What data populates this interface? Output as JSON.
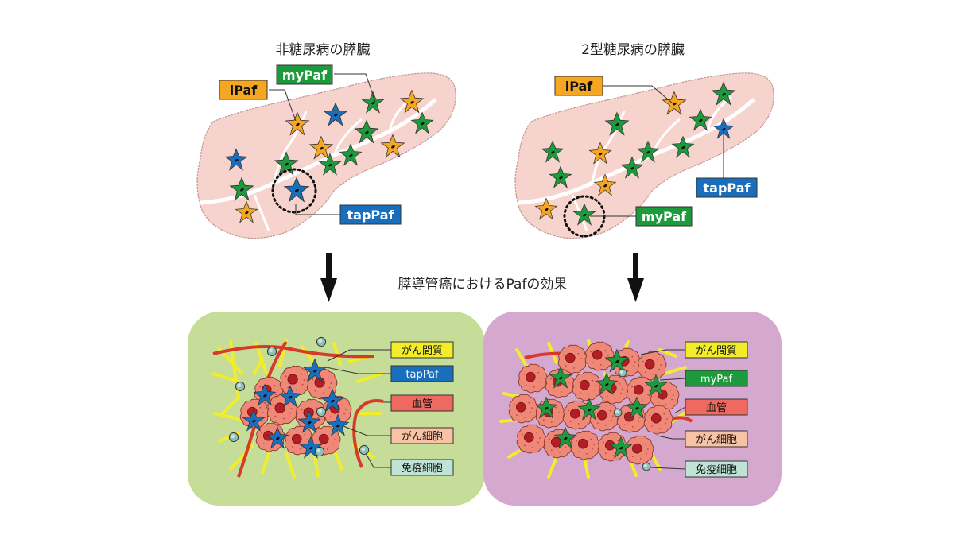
{
  "titles": {
    "left": "非糖尿病の膵臓",
    "right": "2型糖尿病の膵臓",
    "middle": "膵導管癌におけるPafの効果"
  },
  "pancreas_left": {
    "labels": {
      "ipaf": "iPaf",
      "mypaf": "myPaf",
      "tappaf": "tapPaf"
    }
  },
  "pancreas_right": {
    "labels": {
      "ipaf": "iPaf",
      "tappaf": "tapPaf",
      "mypaf": "myPaf"
    }
  },
  "tumor_left": {
    "labels": {
      "stroma": "がん間質",
      "paf": "tapPaf",
      "vessel": "血管",
      "cancer": "がん細胞",
      "immune": "免疫細胞"
    }
  },
  "tumor_right": {
    "labels": {
      "stroma": "がん間質",
      "paf": "myPaf",
      "vessel": "血管",
      "cancer": "がん細胞",
      "immune": "免疫細胞"
    }
  },
  "colors": {
    "ipaf": "#f5a623",
    "mypaf": "#1c9a3c",
    "tappaf": "#1a6fbd",
    "pancreas": "#f7d3cd",
    "stroma_label": "#f2ec2a",
    "vessel_label": "#ee6a60",
    "cancer_label": "#f8c2a4",
    "immune_label": "#bfe3d5",
    "panel_green": "#c5dd98",
    "panel_purple": "#d4a8cf"
  }
}
